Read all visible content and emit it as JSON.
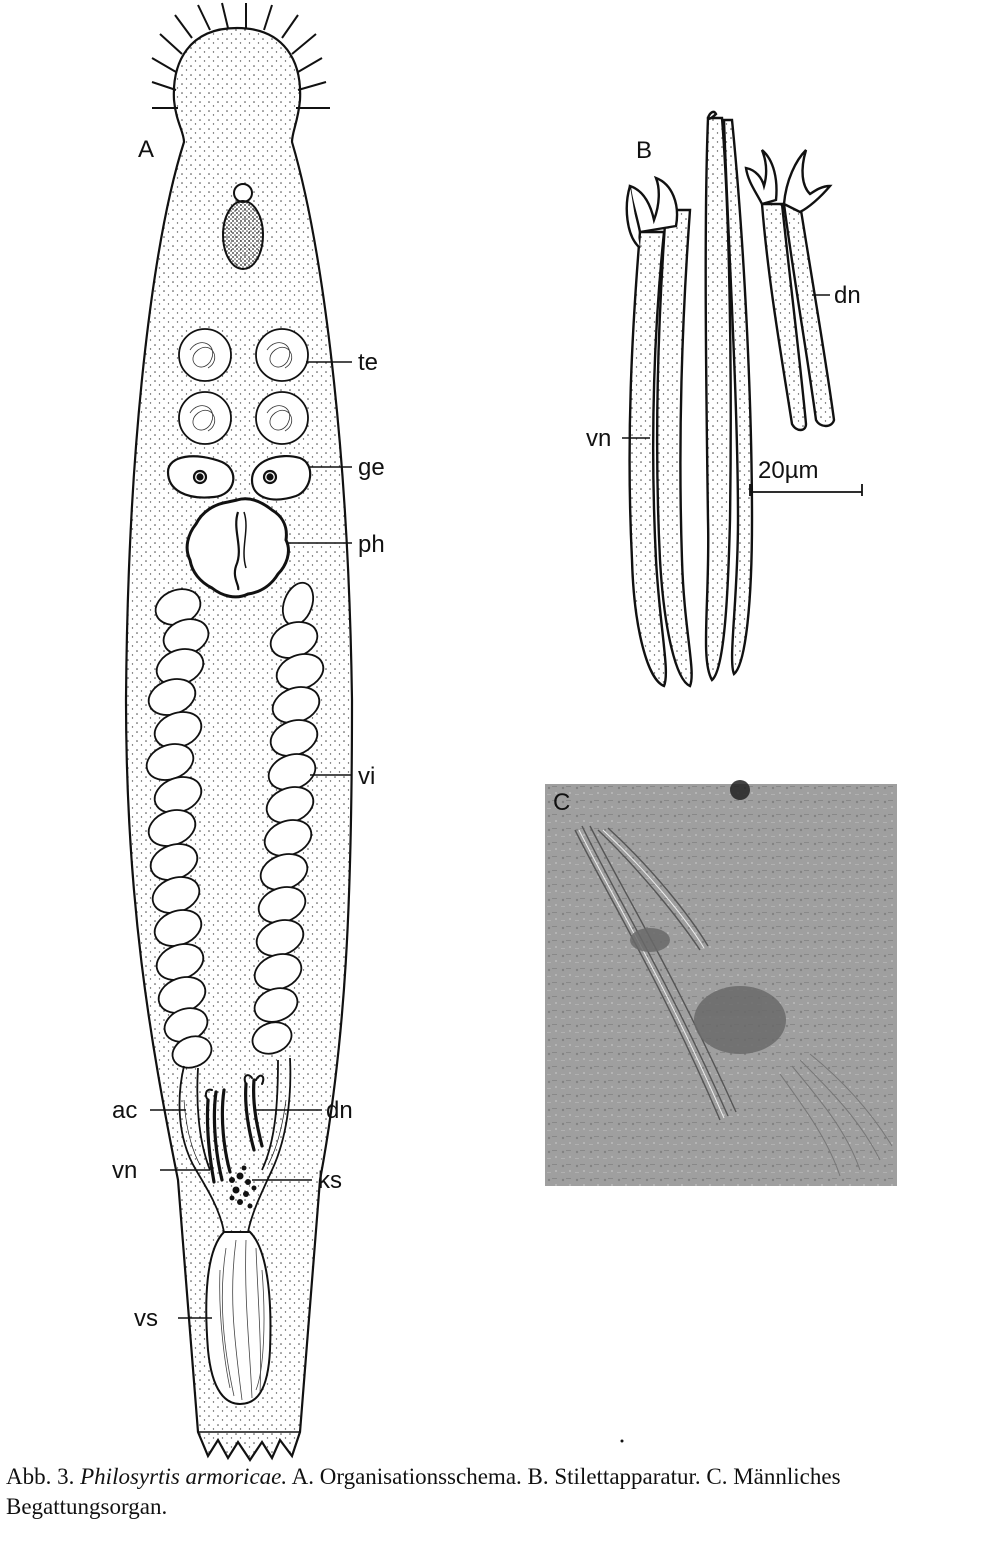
{
  "panels": {
    "a": "A",
    "b": "B",
    "c": "C"
  },
  "labels_a": {
    "te": "te",
    "ge": "ge",
    "ph": "ph",
    "vi": "vi",
    "ac": "ac",
    "dn": "dn",
    "vn": "vn",
    "ks": "ks",
    "vs": "vs"
  },
  "labels_b": {
    "vn": "vn",
    "dn": "dn",
    "scale": "20µm"
  },
  "caption": {
    "prefix": "Abb. 3. ",
    "species": "Philosyrtis armoricae.",
    "rest": " A. Organisationsschema. B. Stilettapparatur. C. Männliches Begattungsorgan."
  }
}
